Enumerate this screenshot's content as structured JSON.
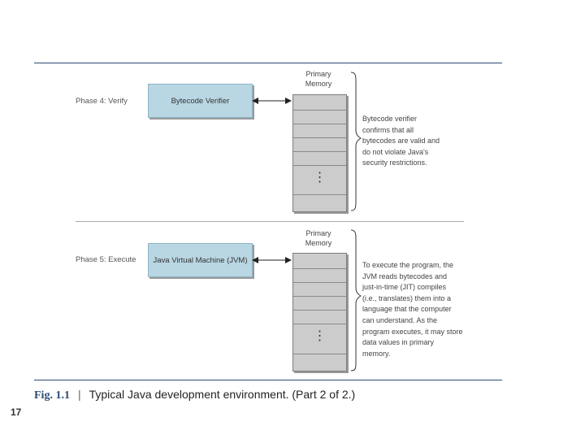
{
  "phase4": {
    "label": "Phase 4: Verify",
    "box": "Bytecode Verifier",
    "memory_title": [
      "Primary",
      "Memory"
    ],
    "note": [
      "Bytecode verifier",
      "confirms that all",
      "bytecodes are valid and",
      "do not violate Java's",
      "security restrictions."
    ]
  },
  "phase5": {
    "label": "Phase 5: Execute",
    "box": "Java Virtual Machine (JVM)",
    "memory_title": [
      "Primary",
      "Memory"
    ],
    "note": [
      "To execute the program, the",
      "JVM reads bytecodes and",
      "just-in-time (JIT) compiles",
      "(i.e., translates) them into a",
      "language that the computer",
      "can understand. As the",
      "program executes, it may store",
      "data values in primary",
      "memory."
    ]
  },
  "memory_dots": "⋮",
  "caption": {
    "fig": "Fig. 1.1",
    "separator": "|",
    "text": "Typical Java development environment. (Part 2 of 2.)"
  },
  "page_number": "17",
  "colors": {
    "rule": "#2c4a73",
    "box_fill": "#b9d6e3",
    "memory_fill": "#cccccc"
  }
}
